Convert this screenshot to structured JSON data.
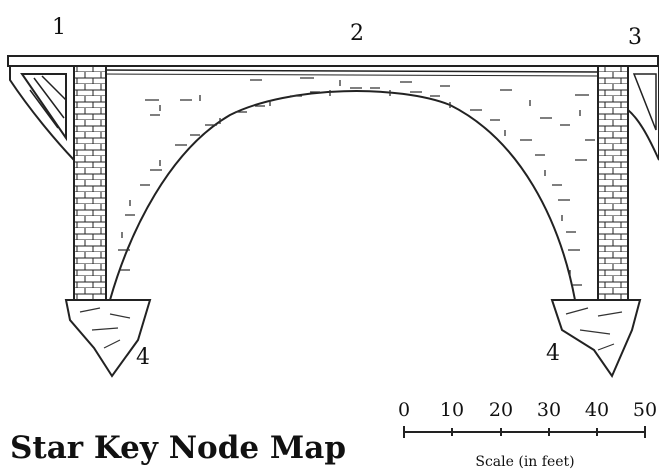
{
  "node_labels": {
    "left_tower_top": "1",
    "span_top": "2",
    "right_tower_top": "3",
    "left_foundation": "4",
    "right_foundation": "4"
  },
  "title": "Star Key Node Map",
  "scale_bar": {
    "ticks": [
      "0",
      "10",
      "20",
      "30",
      "40",
      "50"
    ],
    "caption": "Scale (in feet)"
  }
}
